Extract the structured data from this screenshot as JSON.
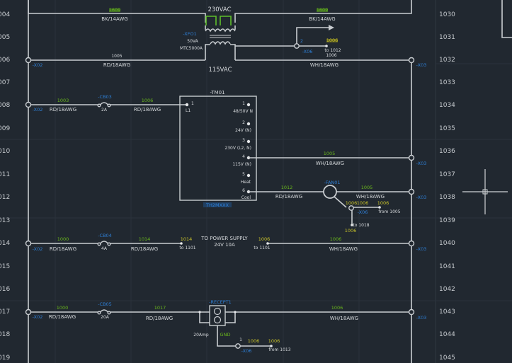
{
  "colors": {
    "background": "#212830",
    "wire": "#c9cdd1",
    "wire_number": "#6ab81c",
    "device_tag": "#2e7fd6",
    "wire_number_alt": "#c9c32a",
    "transformer_primary": "#5fbf2a"
  },
  "left_rows": [
    "004",
    "005",
    "006",
    "007",
    "008",
    "009",
    "010",
    "011",
    "012",
    "013",
    "014",
    "015",
    "016",
    "017",
    "018",
    "019"
  ],
  "right_rows": [
    "1030",
    "1031",
    "1032",
    "1033",
    "1034",
    "1035",
    "1036",
    "1037",
    "1038",
    "1039",
    "1040",
    "1041",
    "1042",
    "1043",
    "1044",
    "1045"
  ],
  "transformer": {
    "primary_label": "230VAC",
    "secondary_label": "115VAC",
    "tag": "-XFO1",
    "rating": "50VA",
    "part": "MTC5000A"
  },
  "top_rung": {
    "left_wire": {
      "number": "1609",
      "gauge": "BK/14AWG"
    },
    "right_wire": {
      "number": "1609",
      "gauge": "BK/14AWG"
    }
  },
  "rung_006": {
    "wire_number": "1005",
    "gauge_left": "RD/18AWG",
    "gauge_right": "WH/18AWG",
    "left_tag": "-X02",
    "right_tag": "-X03",
    "terminal_tag": "-X06",
    "terminal_num": "2",
    "branch_wire": "1006",
    "branch_to": "to 1012",
    "branch_wire2": "1006"
  },
  "rung_008": {
    "left_tag": "-X02",
    "wire1": {
      "number": "1003",
      "gauge": "RD/18AWG"
    },
    "breaker": {
      "tag": "-CB03",
      "rating": "2A"
    },
    "wire2": {
      "number": "1006",
      "gauge": "RD/18AWG"
    }
  },
  "thermostat": {
    "tag": "-TM01",
    "part": "TH2MXXX",
    "left_terminal": {
      "num": "1",
      "label": "L1"
    },
    "terminals": [
      {
        "num": "1",
        "label": "48/50V N"
      },
      {
        "num": "2",
        "label": "24V (N)"
      },
      {
        "num": "3",
        "label": "230V (L2, N)"
      },
      {
        "num": "4",
        "label": "115V (N)"
      },
      {
        "num": "5",
        "label": "Heat"
      },
      {
        "num": "6",
        "label": "Cool"
      }
    ]
  },
  "rung_010": {
    "wire_number": "1005",
    "gauge": "WH/18AWG",
    "right_tag": "-X03"
  },
  "rung_012": {
    "wire1": {
      "number": "1012",
      "gauge": "RD/18AWG"
    },
    "fan": {
      "tag": "-FAN01"
    },
    "wire2": {
      "number": "1005",
      "gauge": "WH/18AWG"
    },
    "right_tag": "-X03",
    "terminal_tag": "-X06",
    "wires": [
      "1006",
      "1006",
      "1006"
    ],
    "from_label": "from 1005",
    "to_label": "to 1018",
    "bottom_wire": "1006"
  },
  "rung_014": {
    "left_tag": "-X02",
    "wire1": {
      "number": "1000",
      "gauge": "RD/18AWG"
    },
    "breaker": {
      "tag": "-CB04",
      "rating": "4A"
    },
    "wire2": {
      "number": "1014",
      "gauge": "RD/18AWG"
    },
    "wire3": "1014",
    "to_left": "to 1101",
    "power_supply_line1": "TO POWER SUPPLY",
    "power_supply_line2": "24V 10A",
    "wire4": "1006",
    "to_right": "to 1101",
    "wire5": {
      "number": "1006",
      "gauge": "WH/18AWG"
    },
    "right_tag": "-X03"
  },
  "rung_017": {
    "left_tag": "-X02",
    "wire1": {
      "number": "1000",
      "gauge": "RD/18AWG"
    },
    "breaker": {
      "tag": "-CB05",
      "rating": "20A"
    },
    "wire2": {
      "number": "1017",
      "gauge": "RD/18AWG"
    },
    "receptacle": {
      "tag": "-RECEPT1",
      "rating": "20Amp",
      "gnd": "GND"
    },
    "wire3": {
      "number": "1006",
      "gauge": "WH/18AWG"
    },
    "right_tag": "-X03",
    "terminal_tag": "-X06",
    "terminal_num": "1",
    "wire4": "1006",
    "wire5": "1006",
    "from_label": "from 1013"
  }
}
